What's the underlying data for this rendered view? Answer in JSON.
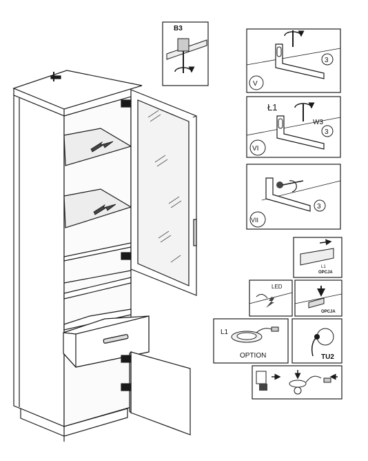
{
  "labels": {
    "b3": "B3",
    "step_v": "V",
    "step_vi": "VI",
    "step_vii": "VII",
    "part_l1": "Ł1",
    "part_w3": "W3",
    "qty_3": "3",
    "l1_small": "L1",
    "opcja": "OPCJA",
    "led": "LED",
    "l1_option": "L1",
    "option": "OPTION",
    "tu2": "TU2"
  },
  "colors": {
    "line": "#1a1a1a",
    "glass": "#e9e9e9",
    "arrow": "#555555",
    "panel": "#f2f2f2"
  },
  "icons": [
    "screwdriver-icon",
    "rotate-arrow-icon",
    "hinge-icon",
    "led-lamp-icon",
    "power-plug-icon",
    "switch-icon"
  ]
}
